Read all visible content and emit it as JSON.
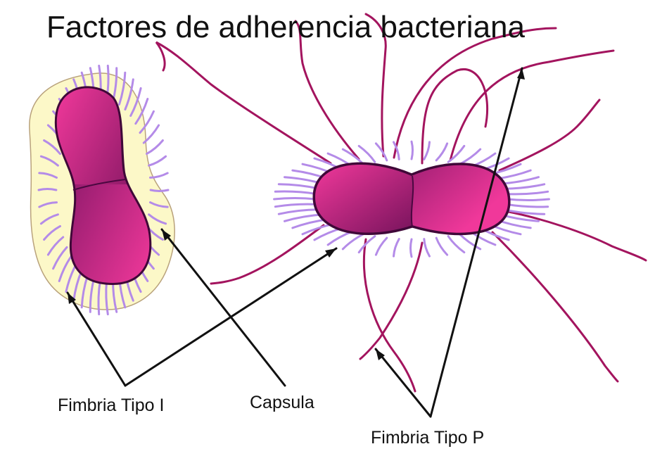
{
  "title": "Factores de adherencia bacteriana",
  "labels": {
    "fimbria_tipo_1": "Fimbria Tipo I",
    "capsula": "Capsula",
    "fimbria_tipo_p": "Fimbria Tipo P"
  },
  "colors": {
    "capsule_fill": "#fcf8c8",
    "cell_body": "#e8318f",
    "cell_dark": "#5b0b4e",
    "fimbria_type_1": "#b48be8",
    "fimbria_type_p": "#a3145e",
    "arrow": "#111111"
  }
}
